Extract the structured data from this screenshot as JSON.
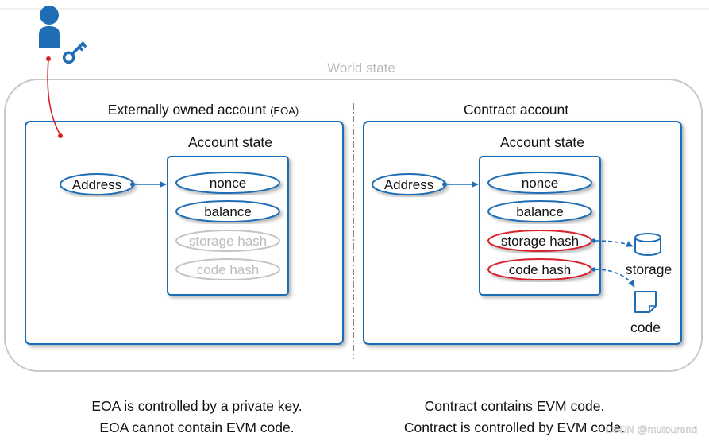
{
  "colors": {
    "blue": "#1f6db5",
    "red": "#d8222a",
    "gray_text": "#bbbbbb",
    "gray_line": "#c8c8c8",
    "text": "#111111"
  },
  "icons": {
    "user": "user-icon",
    "key": "key-icon",
    "storage": "database-icon",
    "code": "file-icon"
  },
  "world_state": {
    "title": "World state"
  },
  "eoa": {
    "title": "Externally owned account ",
    "title_suffix": "(EOA)",
    "address": "Address",
    "account_state": {
      "title": "Account state",
      "fields": [
        "nonce",
        "balance",
        "storage hash",
        "code hash"
      ]
    }
  },
  "contract": {
    "title": "Contract account",
    "address": "Address",
    "account_state": {
      "title": "Account state",
      "fields": [
        "nonce",
        "balance",
        "storage hash",
        "code hash"
      ]
    },
    "storage_label": "storage",
    "code_label": "code"
  },
  "captions": {
    "eoa_line1": "EOA is controlled by a private key.",
    "eoa_line2": "EOA cannot contain EVM code.",
    "contract_line1": "Contract contains EVM code.",
    "contract_line2": "Contract is controlled by EVM code."
  },
  "watermark": "CSDN @mutourend"
}
